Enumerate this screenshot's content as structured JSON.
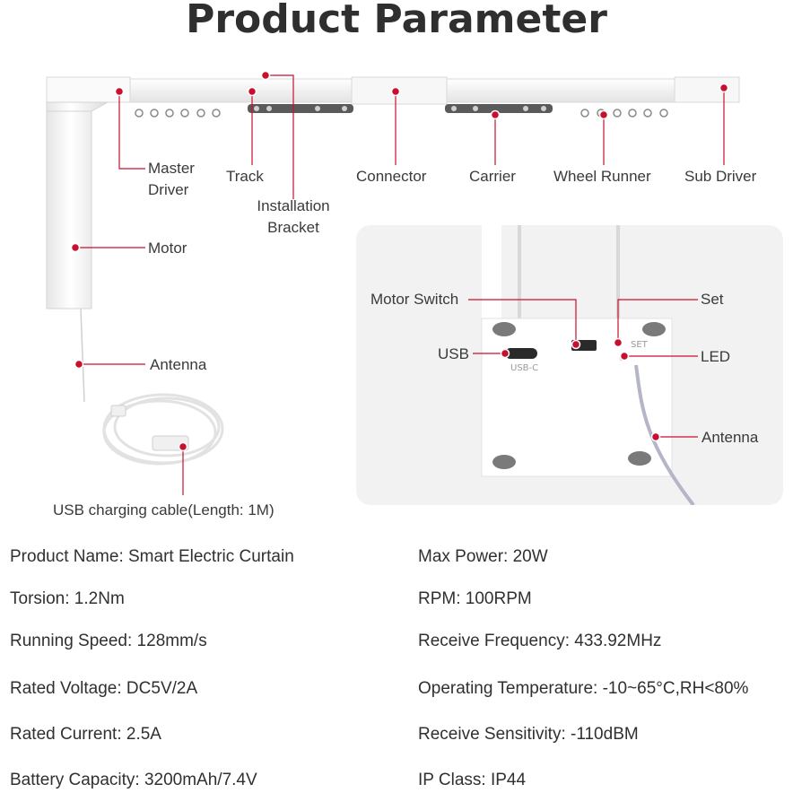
{
  "title": "Product Parameter",
  "labels": {
    "master_driver_1": "Master",
    "master_driver_2": "Driver",
    "track": "Track",
    "installation_bracket_1": "Installation",
    "installation_bracket_2": "Bracket",
    "connector": "Connector",
    "carrier": "Carrier",
    "wheel_runner": "Wheel Runner",
    "sub_driver": "Sub Driver",
    "motor": "Motor",
    "antenna_left": "Antenna",
    "usb_cable": "USB charging cable(Length: 1M)",
    "motor_switch": "Motor Switch",
    "set": "Set",
    "usb": "USB",
    "led": "LED",
    "antenna_right": "Antenna",
    "port_usbc": "USB-C",
    "port_set": "SET"
  },
  "specs": {
    "left": [
      "Product Name: Smart Electric Curtain",
      "Torsion: 1.2Nm",
      "Running Speed: 128mm/s",
      "Rated Voltage: DC5V/2A",
      "Rated  Current: 2.5A",
      "Battery Capacity: 3200mAh/7.4V"
    ],
    "right": [
      "Max Power: 20W",
      "RPM: 100RPM",
      "Receive Frequency: 433.92MHz",
      "Operating Temperature: -10~65°C,RH<80%",
      "Receive Sensitivity: -110dBM",
      "IP Class: IP44"
    ]
  },
  "colors": {
    "marker": "#c8102e",
    "line": "#c8102e",
    "track": "#f4f4f4",
    "metal": "#5a5a5a"
  }
}
